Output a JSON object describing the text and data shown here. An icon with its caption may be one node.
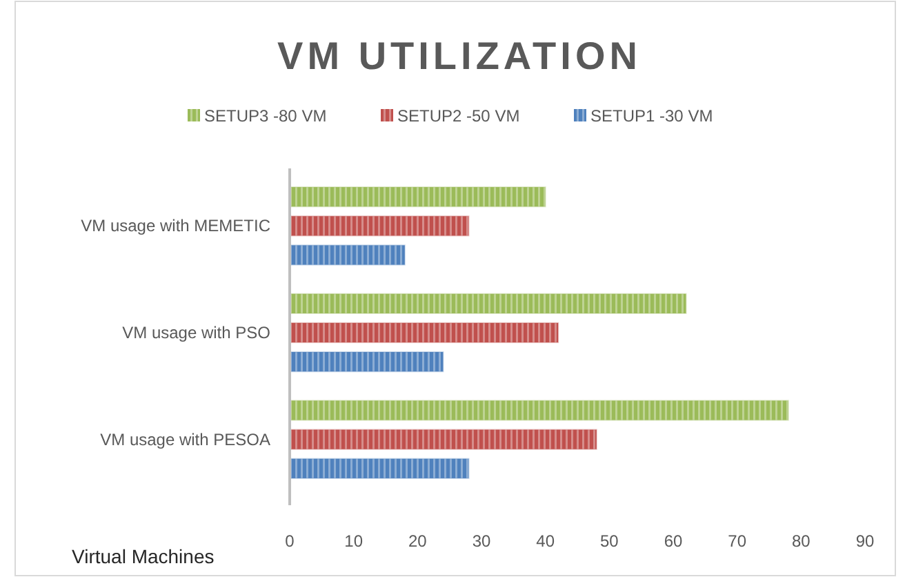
{
  "diagram": {
    "chart_data": {
      "type": "bar",
      "orientation": "horizontal",
      "title": "VM UTILIZATION",
      "ylabel": "Virtual Machines",
      "categories": [
        "VM usage with MEMETIC",
        "VM usage with PSO",
        "VM usage with PESOA"
      ],
      "legend": "top",
      "series": [
        {
          "name": "SETUP1 -30 VM",
          "color": "#4f81bd",
          "values": [
            18,
            24,
            28
          ]
        },
        {
          "name": "SETUP2 -50 VM",
          "color": "#c0504d",
          "values": [
            28,
            42,
            48
          ]
        },
        {
          "name": "SETUP3 -80 VM",
          "color": "#9bbb59",
          "values": [
            40,
            62,
            78
          ]
        }
      ],
      "xlim": [
        0,
        90
      ],
      "xticks": [
        0,
        10,
        20,
        30,
        40,
        50,
        60,
        70,
        80,
        90
      ]
    }
  }
}
